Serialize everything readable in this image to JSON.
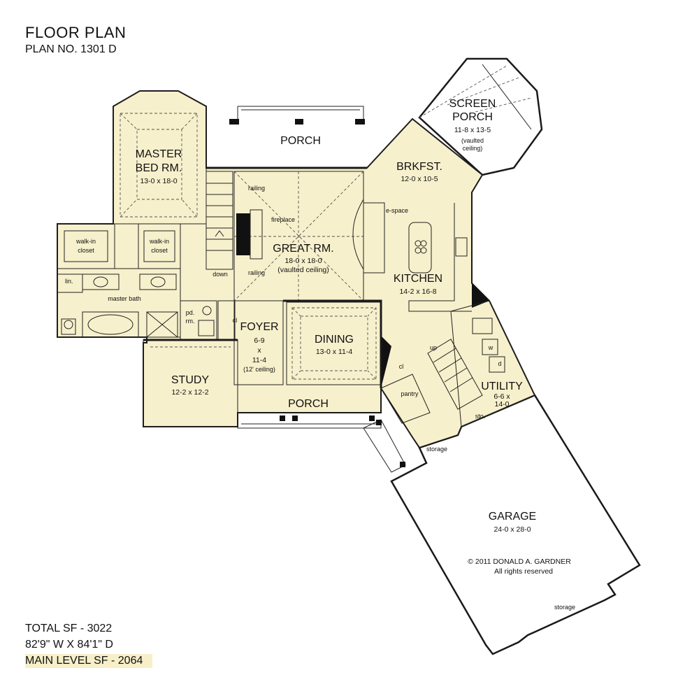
{
  "header": {
    "title": "FLOOR PLAN",
    "plan_no": "PLAN NO. 1301 D"
  },
  "footer": {
    "total_sf": "TOTAL SF - 3022",
    "dimensions": "82'9\" W X 84'1\" D",
    "main_level": "MAIN LEVEL SF - 2064"
  },
  "copyright": {
    "line1": "© 2011 DONALD A. GARDNER",
    "line2": "All rights reserved"
  },
  "rooms": {
    "porch_top": {
      "name": "PORCH"
    },
    "screen_porch": {
      "name1": "SCREEN",
      "name2": "PORCH",
      "size": "11-8 x 13-5",
      "note1": "(vaulted",
      "note2": "ceiling)"
    },
    "master": {
      "name1": "MASTER",
      "name2": "BED RM.",
      "size": "13-0 x 18-0"
    },
    "brkfst": {
      "name": "BRKFST.",
      "size": "12-0 x 10-5"
    },
    "great": {
      "name": "GREAT RM.",
      "size": "18-0 x 18-0",
      "note": "(vaulted ceiling)"
    },
    "kitchen": {
      "name": "KITCHEN",
      "size": "14-2 x 16-8"
    },
    "foyer": {
      "name": "FOYER",
      "size1": "6-9",
      "size2": "x",
      "size3": "11-4",
      "note": "(12' ceiling)"
    },
    "dining": {
      "name": "DINING",
      "size": "13-0 x 11-4"
    },
    "study": {
      "name": "STUDY",
      "size": "12-2 x 12-2"
    },
    "porch_front": {
      "name": "PORCH"
    },
    "utility": {
      "name": "UTILITY",
      "size1": "6-6 x",
      "size2": "14-0"
    },
    "garage": {
      "name": "GARAGE",
      "size": "24-0 x 28-0"
    }
  },
  "labels": {
    "walkin1a": "walk-in",
    "walkin1b": "closet",
    "walkin2a": "walk-in",
    "walkin2b": "closet",
    "lin": "lin.",
    "master_bath": "master bath",
    "pd1": "pd.",
    "pd2": "rm.",
    "cl_foyer": "cl",
    "cl_pantry": "cl",
    "railing1": "railing",
    "railing2": "railing",
    "fireplace": "fireplace",
    "down": "down",
    "espace": "e-space",
    "up": "up",
    "pantry": "pantry",
    "w": "w",
    "d": "d",
    "sto": "sto.",
    "storage1": "storage",
    "storage2": "storage"
  }
}
